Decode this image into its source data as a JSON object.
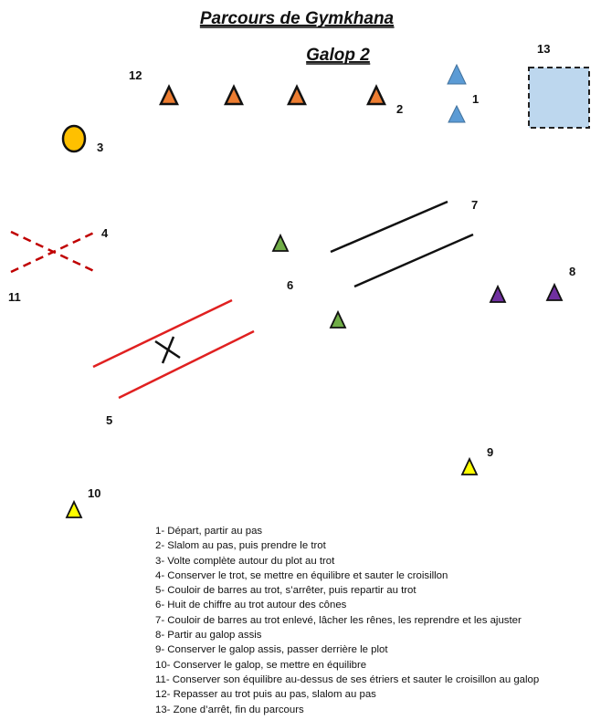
{
  "title": "Parcours de Gymkhana",
  "subtitle": "Galop 2",
  "colors": {
    "orange": "#ED7D31",
    "blue": "#5B9BD5",
    "zone": "#BDD7EE",
    "yellow_ball": "#FFC000",
    "green": "#70AD47",
    "purple": "#7030A0",
    "yellow": "#FFFF00",
    "red": "#E02020"
  },
  "markers": {
    "m1": "1",
    "m2": "2",
    "m3": "3",
    "m4": "4",
    "m5": "5",
    "m6": "6",
    "m7": "7",
    "m8": "8",
    "m9": "9",
    "m10": "10",
    "m11": "11",
    "m12": "12",
    "m13": "13"
  },
  "legend": [
    "1-   Départ, partir au pas",
    "2-   Slalom au pas, puis prendre le trot",
    "3-   Volte complète autour du plot au trot",
    "4-   Conserver le trot, se mettre en équilibre et sauter le croisillon",
    "5-   Couloir de barres au trot, s’arrêter, puis repartir au trot",
    "6-   Huit de chiffre au trot autour des cônes",
    "7-   Couloir de barres au trot enlevé, lâcher les rênes, les reprendre et les ajuster",
    "8-   Partir au galop assis",
    "9-   Conserver le galop assis, passer derrière le plot",
    "10- Conserver le galop, se mettre en équilibre",
    "11- Conserver son équilibre au-dessus de ses étriers et sauter le croisillon au galop",
    "12- Repasser au trot puis au pas, slalom au pas",
    "13- Zone d’arrêt, fin du parcours"
  ]
}
